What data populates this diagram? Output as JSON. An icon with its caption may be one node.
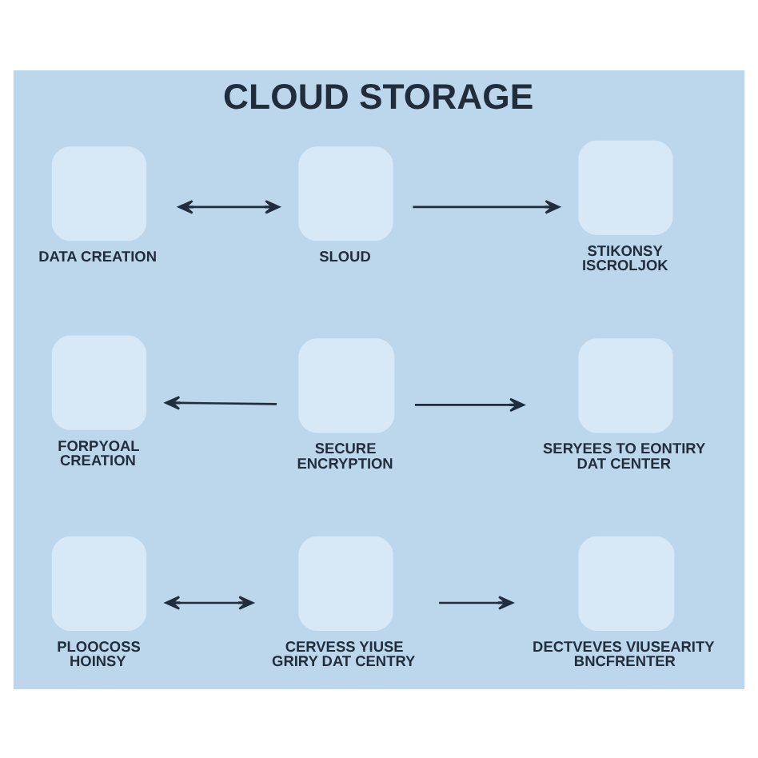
{
  "diagram": {
    "title": "CLOUD STORAGE",
    "nodes": [
      {
        "text": [
          "DATA CREATION"
        ]
      },
      {
        "text": [
          "SLOUD"
        ]
      },
      {
        "text": [
          "STIKONSY ISCROLJOK"
        ]
      },
      {
        "text": [
          "FORPYOAL CREATION"
        ]
      },
      {
        "text": [
          "SECURE ENCRYPTION"
        ]
      },
      {
        "text": [
          "SERYEES TO EONTIRY DAT CENTER"
        ]
      },
      {
        "text": [
          "PLOOCOSS HOINSY"
        ]
      },
      {
        "text": [
          "CERVESS YIUSE GRIRY DAT CENTRY"
        ]
      },
      {
        "text": [
          "DECTVEVES VIUSEARITY BNCFRENTER"
        ]
      }
    ],
    "edges": [
      {
        "from": 0,
        "to": 1,
        "arrow": "both"
      },
      {
        "from": 1,
        "to": 2,
        "arrow": "to"
      },
      {
        "from": 4,
        "to": 3,
        "arrow": "to"
      },
      {
        "from": 4,
        "to": 5,
        "arrow": "to"
      },
      {
        "from": 6,
        "to": 7,
        "arrow": "both"
      },
      {
        "from": 7,
        "to": 8,
        "arrow": "to"
      }
    ]
  }
}
